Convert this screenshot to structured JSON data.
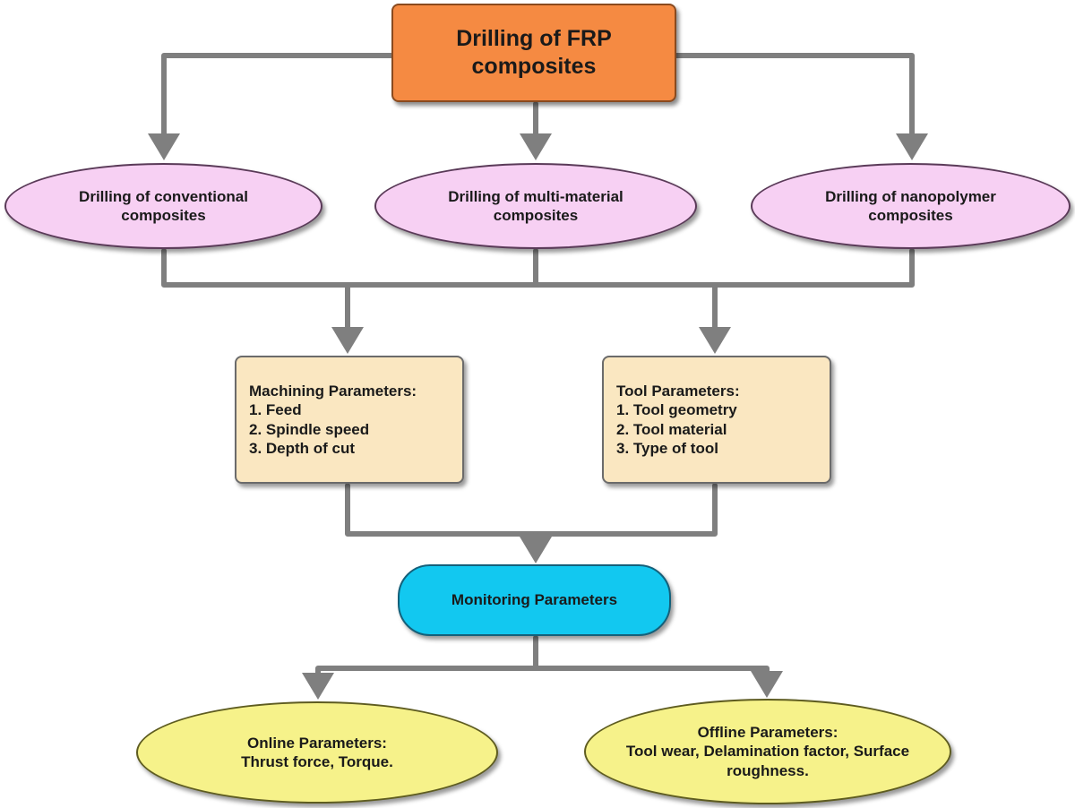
{
  "nodes": {
    "root": "Drilling of FRP\ncomposites",
    "conventional": "Drilling of conventional\ncomposites",
    "multi_material": "Drilling of multi-material\ncomposites",
    "nanopolymer": "Drilling of nanopolymer\ncomposites",
    "machining_parameters": "Machining Parameters:\n1. Feed\n2. Spindle speed\n3. Depth of cut",
    "tool_parameters": "Tool Parameters:\n1. Tool geometry\n2. Tool material\n3. Type of tool",
    "monitoring": "Monitoring Parameters",
    "online": "Online Parameters:\nThrust force, Torque.",
    "offline": "Offline Parameters:\nTool wear, Delamination factor, Surface\nroughness."
  },
  "colors": {
    "root_fill": "#f58a42",
    "composite_fill": "#f7d0f3",
    "parameter_fill": "#fae7c1",
    "monitoring_fill": "#12c8f0",
    "output_fill": "#f6f28a",
    "connector": "#7f7f7f"
  }
}
